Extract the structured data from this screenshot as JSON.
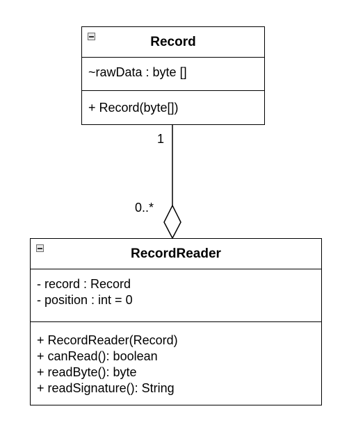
{
  "classes": {
    "record": {
      "name": "Record",
      "attributes": [
        "~rawData : byte []"
      ],
      "operations": [
        "+ Record(byte[])"
      ]
    },
    "record_reader": {
      "name": "RecordReader",
      "attributes": [
        "- record : Record",
        "- position : int = 0"
      ],
      "operations": [
        "+ RecordReader(Record)",
        "+ canRead(): boolean",
        "+ readByte(): byte",
        "+ readSignature(): String"
      ]
    }
  },
  "association": {
    "type": "aggregation",
    "source_multiplicity": "1",
    "target_multiplicity": "0..*"
  },
  "colors": {
    "stroke": "#000000",
    "background": "#ffffff",
    "icon_fill": "#e8e8e8"
  }
}
